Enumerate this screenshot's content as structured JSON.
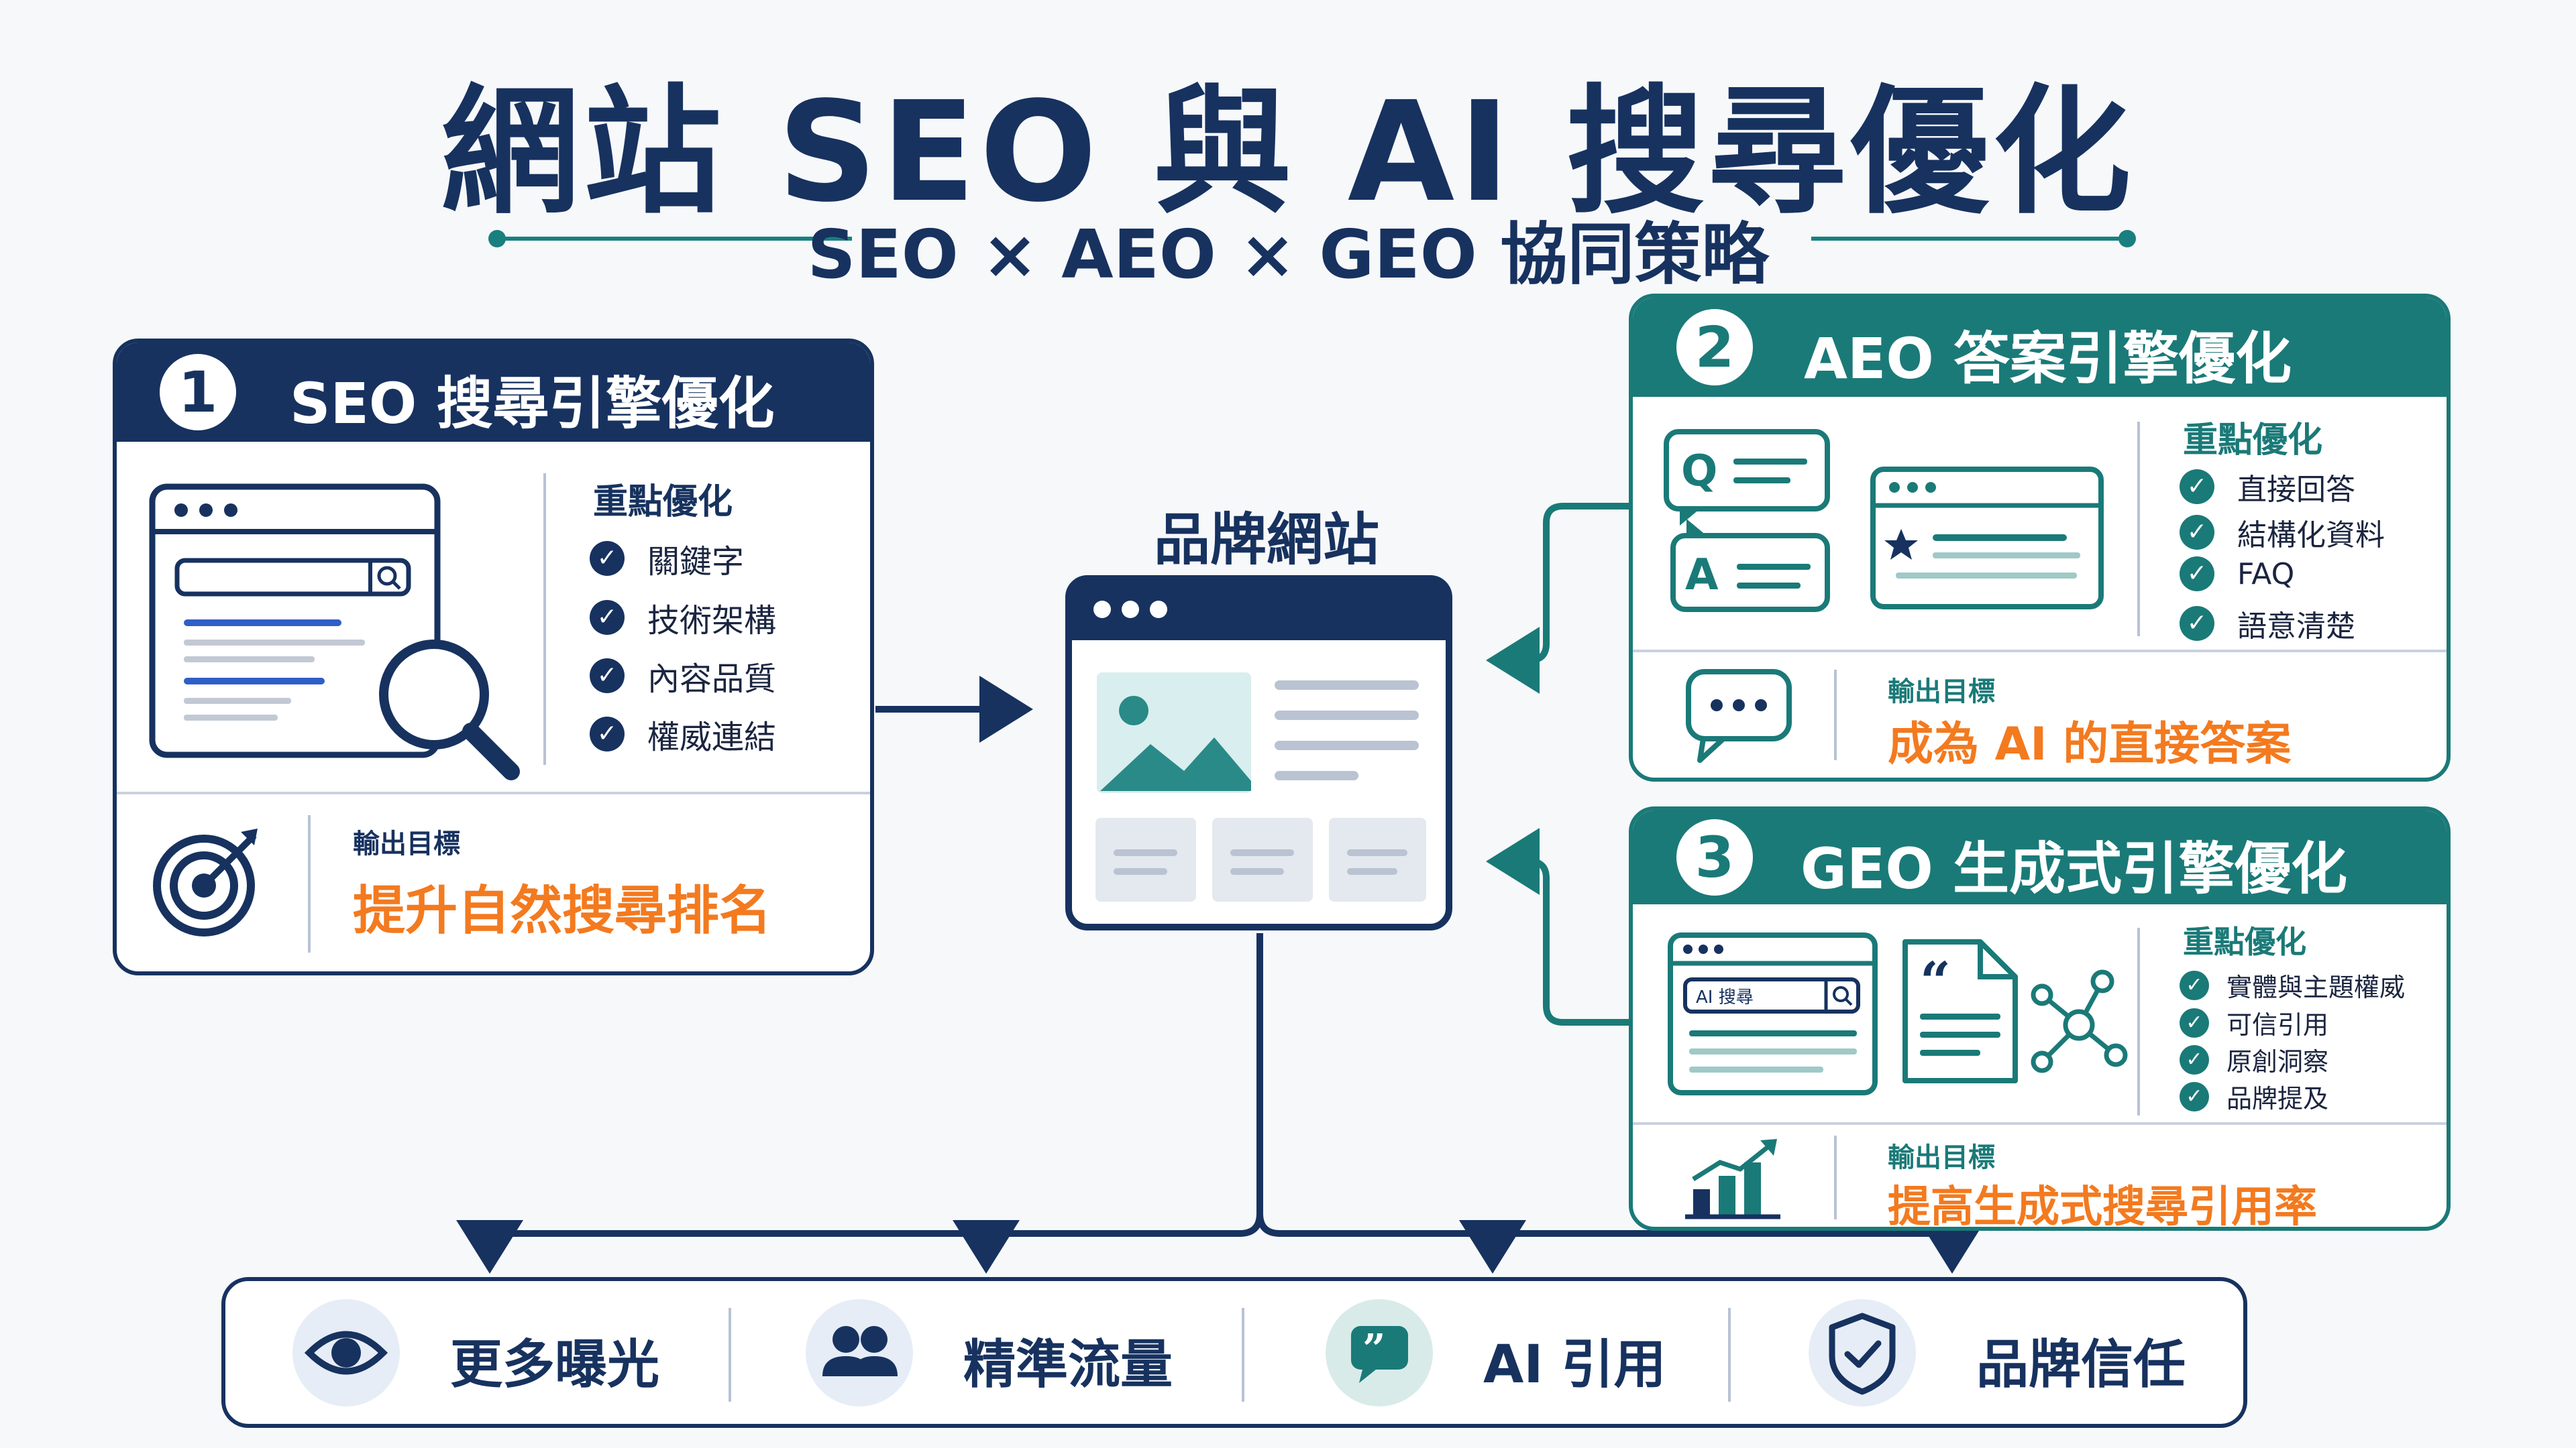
{
  "title": "網站 SEO 與 AI 搜尋優化",
  "subtitle": "SEO × AEO × GEO 協同策略",
  "colors": {
    "navy": "#17325f",
    "teal": "#1a7a78",
    "orange": "#f37a1f"
  },
  "center": {
    "label": "品牌網站"
  },
  "cards": [
    {
      "number": "1",
      "title": "SEO 搜尋引擎優化",
      "focus_title": "重點優化",
      "items": [
        "關鍵字",
        "技術架構",
        "內容品質",
        "權威連結"
      ],
      "output_label": "輸出目標",
      "output_value": "提升自然搜尋排名",
      "icons": [
        "browser-search-icon",
        "magnifier-icon",
        "target-icon"
      ]
    },
    {
      "number": "2",
      "title": "AEO 答案引擎優化",
      "focus_title": "重點優化",
      "items": [
        "直接回答",
        "結構化資料",
        "FAQ",
        "語意清楚"
      ],
      "output_label": "輸出目標",
      "output_value": "成為 AI 的直接答案",
      "icons": [
        "qa-bubble-icon",
        "structured-card-icon",
        "chat-bubble-icon"
      ],
      "qa_q": "Q",
      "qa_a": "A"
    },
    {
      "number": "3",
      "title": "GEO 生成式引擎優化",
      "focus_title": "重點優化",
      "items": [
        "實體與主題權威",
        "可信引用",
        "原創洞察",
        "品牌提及"
      ],
      "output_label": "輸出目標",
      "output_value": "提高生成式搜尋引用率",
      "icons": [
        "ai-search-browser-icon",
        "quote-document-icon",
        "network-icon",
        "growth-chart-icon"
      ],
      "ai_search_label": "AI 搜尋"
    }
  ],
  "benefits": [
    {
      "label": "更多曝光",
      "icon": "eye-icon"
    },
    {
      "label": "精準流量",
      "icon": "users-icon"
    },
    {
      "label": "AI 引用",
      "icon": "quote-chat-icon"
    },
    {
      "label": "品牌信任",
      "icon": "shield-check-icon"
    }
  ]
}
